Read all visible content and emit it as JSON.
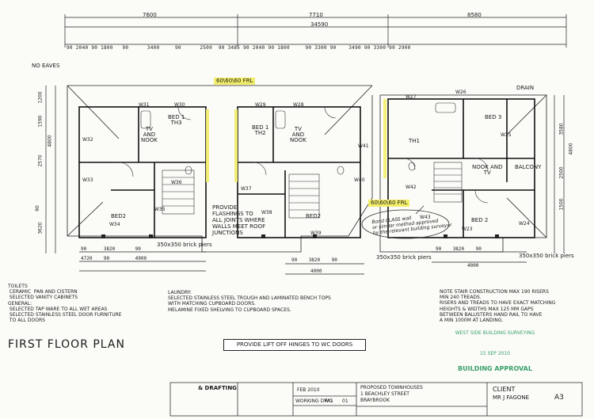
{
  "title": "FIRST FLOOR PLAN",
  "dimensions": {
    "overall": "34590",
    "segments_top": [
      "7600",
      "7710",
      "8580"
    ],
    "dims_row": [
      "90",
      "2040",
      "90",
      "1800",
      "90",
      "3400",
      "90",
      "2500",
      "90",
      "3485",
      "90",
      "2040",
      "90",
      "1800",
      "90",
      "3300",
      "90",
      "3490",
      "90",
      "3300",
      "90",
      "2900"
    ],
    "dims_bottom_left": [
      "90",
      "3820",
      "90",
      "4720",
      "90",
      "4900"
    ],
    "dims_bottom_mid": [
      "90",
      "3820",
      "90",
      "4000"
    ],
    "dims_bottom_right": [
      "90",
      "3820",
      "90",
      "4000"
    ],
    "left_side": [
      "1200",
      "1590",
      "2570",
      "4800",
      "90",
      "3620"
    ],
    "right_side": [
      "3580",
      "4800",
      "2500",
      "1500"
    ]
  },
  "notes": {
    "no_eaves": "NO EAVES",
    "frl_top": "60\\60\\60 FRL",
    "frl_mid": "60\\60\\60 FRL",
    "flashings": "PROVIDE\nFLASHINGS TO\nALL JOINTS WHERE\nWALLS MEET ROOF\nJUNCTIONS",
    "brick_piers_1": "350x350 brick piers",
    "brick_piers_2": "350x350 brick piers",
    "brick_piers_3": "350x350 brick piers",
    "handwritten": "Bond CLASS wall\nor similar method approved\nby the relevant building surveyor",
    "drain": "DRAIN"
  },
  "rooms": [
    {
      "label": "BED 1\nTH3"
    },
    {
      "label": "TV\nAND\nNOOK"
    },
    {
      "label": "BED2"
    },
    {
      "label": "BED 1\nTH2"
    },
    {
      "label": "TV\nAND\nNOOK"
    },
    {
      "label": "BED2"
    },
    {
      "label": "TH1"
    },
    {
      "label": "BED 3"
    },
    {
      "label": "NOOK AND\nTV"
    },
    {
      "label": "BALCONY"
    },
    {
      "label": "BED 2"
    }
  ],
  "windows": [
    "W31",
    "W30",
    "W29",
    "W28",
    "W27",
    "W26",
    "W32",
    "W33",
    "W34",
    "W35",
    "W36",
    "W37",
    "W38",
    "W39",
    "W40",
    "W41",
    "W42",
    "W43",
    "W25",
    "W23",
    "W24"
  ],
  "general_notes": {
    "toilets": "TOILETS\n CERAMIC  PAN AND CISTERN\n SELECTED VANITY CABINETS\nGENERAL:\n SELECTED TAP WARE TO ALL WET AREAS\n SELECTED STAINLESS STEEL DOOR FURNITURE\n TO ALL DOORS",
    "laundry": "LAUNDRY:\nSELECTED STAINLESS STEEL TROUGH AND LAMINATED BENCH TOPS\nWITH MATCHING CUPBOARD DOORS.\nMELAMINE FIXED SHELVING TO CUPBOARD SPACES.",
    "stair": "NOTE STAIR CONSTRUCTION MAX 190 RISERS\nMIN 240 TREADS.\nRISERS AND TREADS TO HAVE EXACT MATCHING\nHEIGHTS & WIDTHS MAX 125 MM GAPS\nBETWEEN BALUSTERS HAND RAIL TO HAVE\nA MIN 1000M AT LANDING.",
    "lift_off": "PROVIDE LIFT OFF HINGES TO WC DOORS"
  },
  "stamps": {
    "surveying": "WEST SIDE BUILDING SURVEYING",
    "approval": "BUILDING APPROVAL",
    "date": "15 SEP 2010"
  },
  "title_block": {
    "company": "& DRAFTING",
    "project_label": "PROPOSED TOWNHOUSES",
    "address": "1 BEACHLEY STREET",
    "suburb": "BRAYBROOK",
    "date": "FEB 2010",
    "drawing_type": "WORKING DWG",
    "sheet": "FA1",
    "rev": "01",
    "client_label": "CLIENT",
    "client": "MR J FAGONE",
    "size": "A3"
  },
  "colors": {
    "highlight": "#f3ee6a",
    "line": "#1a1a1a",
    "stamp": "#3aa06a"
  }
}
